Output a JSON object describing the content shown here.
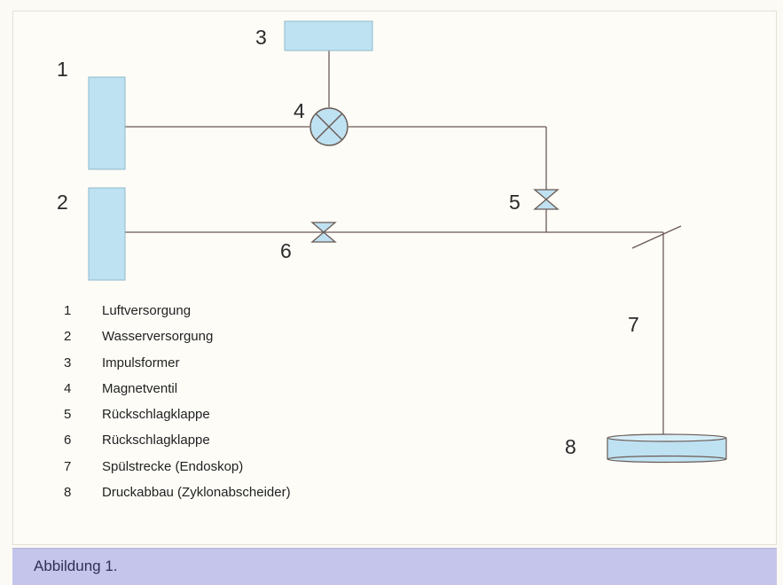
{
  "diagram": {
    "node_labels": [
      "1",
      "2",
      "3",
      "4",
      "5",
      "6",
      "7",
      "8"
    ]
  },
  "legend": [
    {
      "num": "1",
      "text": "Luftversorgung"
    },
    {
      "num": "2",
      "text": "Wasserversorgung"
    },
    {
      "num": "3",
      "text": "Impulsformer"
    },
    {
      "num": "4",
      "text": "Magnetventil"
    },
    {
      "num": "5",
      "text": "Rückschlagklappe"
    },
    {
      "num": "6",
      "text": "Rückschlagklappe"
    },
    {
      "num": "7",
      "text": "Spülstrecke (Endoskop)"
    },
    {
      "num": "8",
      "text": "Druckabbau (Zyklonabscheider)"
    }
  ],
  "caption": "Abbildung 1.",
  "colors": {
    "component_fill": "#bfe2f2",
    "line": "#6b5a55",
    "caption_band": "#c5c4ea"
  }
}
